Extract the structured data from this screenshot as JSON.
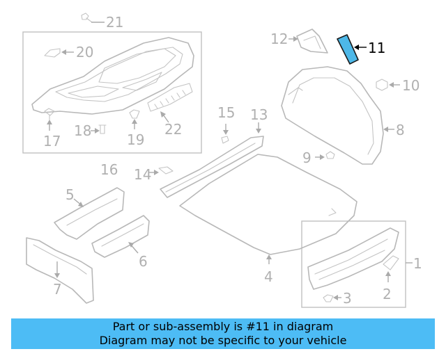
{
  "diagram": {
    "part_labels": {
      "p1": "1",
      "p2": "2",
      "p3": "3",
      "p4": "4",
      "p5": "5",
      "p6": "6",
      "p7": "7",
      "p8": "8",
      "p9": "9",
      "p10": "10",
      "p11": "11",
      "p12": "12",
      "p13": "13",
      "p14": "14",
      "p15": "15",
      "p16": "16",
      "p17": "17",
      "p18": "18",
      "p19": "19",
      "p20": "20",
      "p21": "21",
      "p22": "22"
    },
    "highlighted_part": "11",
    "highlight_color": "#4db8e8"
  },
  "banner": {
    "line1": "Part or sub-assembly is #11 in diagram",
    "line2": "Diagram may not be specific to your vehicle",
    "background": "#4dbcf5"
  }
}
